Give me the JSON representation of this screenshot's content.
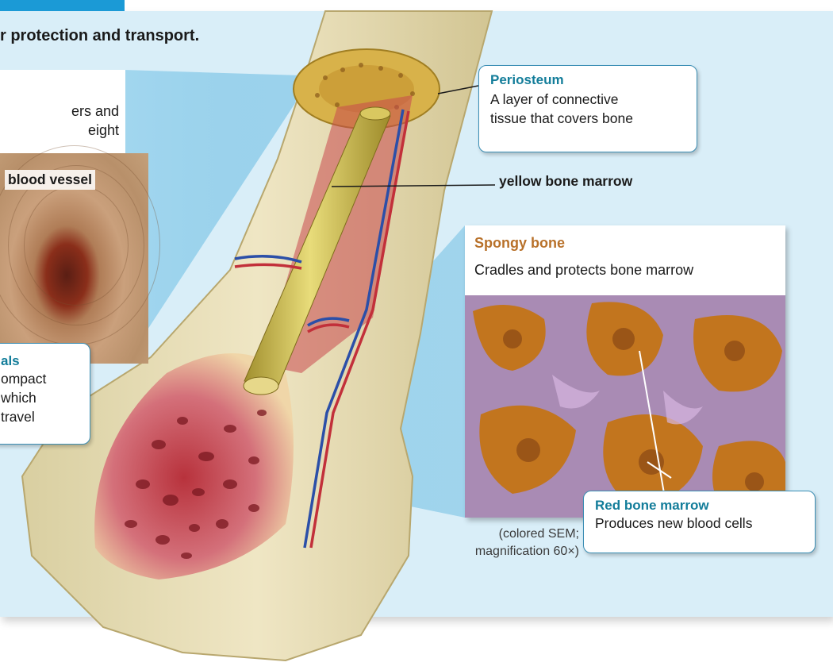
{
  "header": {
    "heading": "r protection and transport."
  },
  "compact_bone": {
    "description_fragment": "ers and\neight",
    "blood_vessel_label": "blood vessel"
  },
  "haversian_canals": {
    "title_fragment": "als",
    "body_fragment": "ompact\nwhich\ntravel"
  },
  "periosteum": {
    "title": "Periosteum",
    "body": "A layer of connective\ntissue that covers bone"
  },
  "yellow_bone_marrow": {
    "label": "yellow bone marrow"
  },
  "spongy_bone": {
    "title": "Spongy bone",
    "body": "Cradles and protects bone marrow",
    "caption": "(colored SEM;\nmagnification 60×)"
  },
  "red_bone_marrow": {
    "title": "Red bone marrow",
    "body": "Produces new blood cells"
  },
  "colors": {
    "panel_background": "#d9eef8",
    "accent_blue": "#1b9ad6",
    "callout_title_teal": "#137d9a",
    "spongy_title_orange": "#b8712a",
    "bone_yellow": "#efe3b0",
    "marrow_red": "#c7404a"
  }
}
